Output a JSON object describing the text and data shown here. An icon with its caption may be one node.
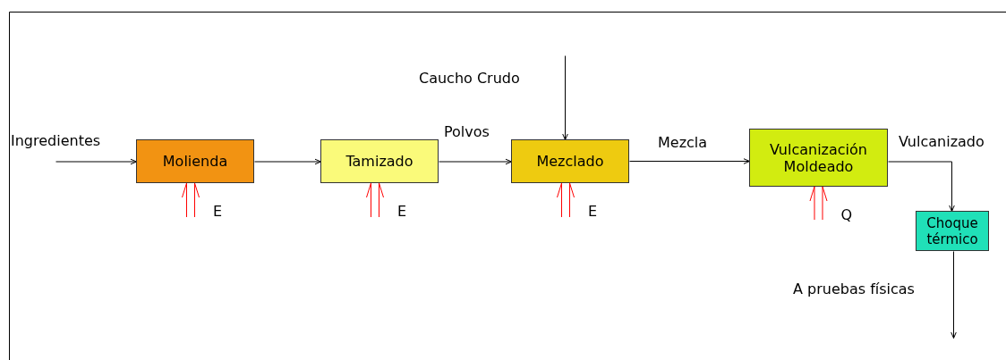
{
  "diagram": {
    "nodes": [
      {
        "text": [
          "Molienda"
        ]
      },
      {
        "text": [
          "Tamizado"
        ]
      },
      {
        "text": [
          "Mezclado"
        ]
      },
      {
        "text": [
          "Vulcanización Moldeado"
        ]
      },
      {
        "text": [
          "Choque térmico"
        ]
      }
    ],
    "edges": [
      {
        "from": null,
        "to": 0,
        "arrow": "to",
        "label": "Ingredientes"
      },
      {
        "from": 0,
        "to": 1,
        "arrow": "to"
      },
      {
        "from": 1,
        "to": 2,
        "arrow": "to",
        "label": "Polvos"
      },
      {
        "from": null,
        "to": 2,
        "arrow": "to",
        "label": "Caucho Crudo"
      },
      {
        "from": 2,
        "to": 3,
        "arrow": "to",
        "label": "Mezcla"
      },
      {
        "from": 3,
        "to": 4,
        "arrow": "to",
        "label": "Vulcanizado"
      },
      {
        "from": 4,
        "to": null,
        "arrow": "to",
        "label": "A pruebas físicas"
      },
      {
        "from": null,
        "to": 0,
        "arrow": "to",
        "label": "E",
        "color": "#ff0000"
      },
      {
        "from": null,
        "to": 1,
        "arrow": "to",
        "label": "E",
        "color": "#ff0000"
      },
      {
        "from": null,
        "to": 2,
        "arrow": "to",
        "label": "E",
        "color": "#ff0000"
      },
      {
        "from": null,
        "to": 3,
        "arrow": "to",
        "label": "Q",
        "color": "#ff0000"
      }
    ]
  }
}
